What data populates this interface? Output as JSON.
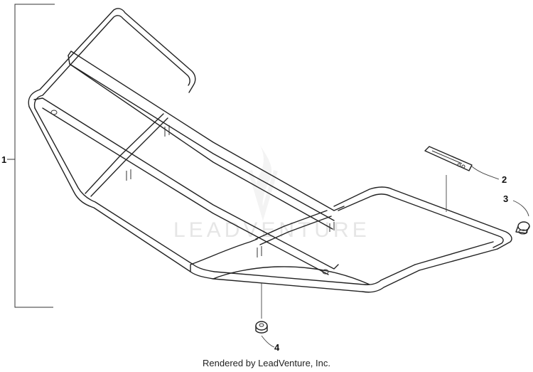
{
  "watermark": "LEADVENTURE",
  "callouts": [
    {
      "id": "1",
      "label": "1",
      "part": "front-rack-assembly"
    },
    {
      "id": "2",
      "label": "2",
      "part": "decal"
    },
    {
      "id": "3",
      "label": "3",
      "part": "end-cap"
    },
    {
      "id": "4",
      "label": "4",
      "part": "nut"
    }
  ],
  "footer": "Rendered by LeadVenture, Inc."
}
